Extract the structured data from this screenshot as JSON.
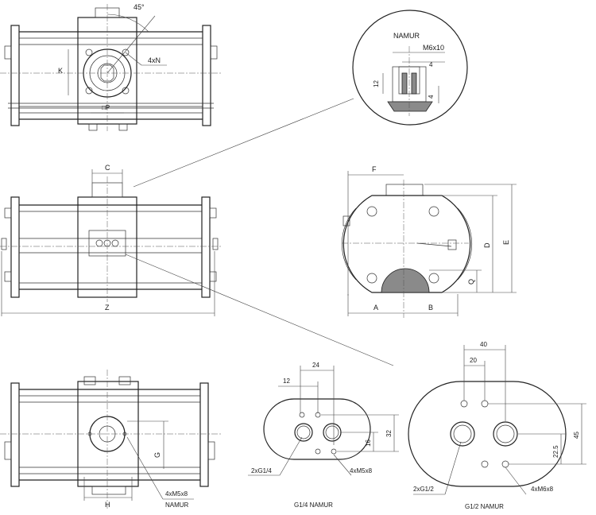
{
  "top_view": {
    "angle": "45°",
    "dim_k": "K",
    "holes": "4xN",
    "square": "□P"
  },
  "namur_detail": {
    "title": "NAMUR",
    "thread": "M6x10",
    "dim_4_top": "4",
    "dim_12": "12",
    "dim_4_side": "4"
  },
  "front_view": {
    "dim_c": "C",
    "dim_z": "Z"
  },
  "side_view": {
    "dim_f": "F",
    "dim_d": "D",
    "dim_e": "E",
    "dim_q": "Q",
    "dim_a": "A",
    "dim_b": "B"
  },
  "bottom_view": {
    "dim_g": "G",
    "dim_h": "H",
    "holes": "4xM5x8",
    "namur": "NAMUR"
  },
  "g14_flange": {
    "dim_24": "24",
    "dim_12": "12",
    "dim_32": "32",
    "dim_16": "16",
    "ports": "2xG1/4",
    "holes": "4xM5x8",
    "caption": "G1/4 NAMUR"
  },
  "g12_flange": {
    "dim_40": "40",
    "dim_20": "20",
    "dim_45": "45",
    "dim_225": "22.5",
    "ports": "2xG1/2",
    "holes": "4xM6x8",
    "caption": "G1/2 NAMUR"
  }
}
